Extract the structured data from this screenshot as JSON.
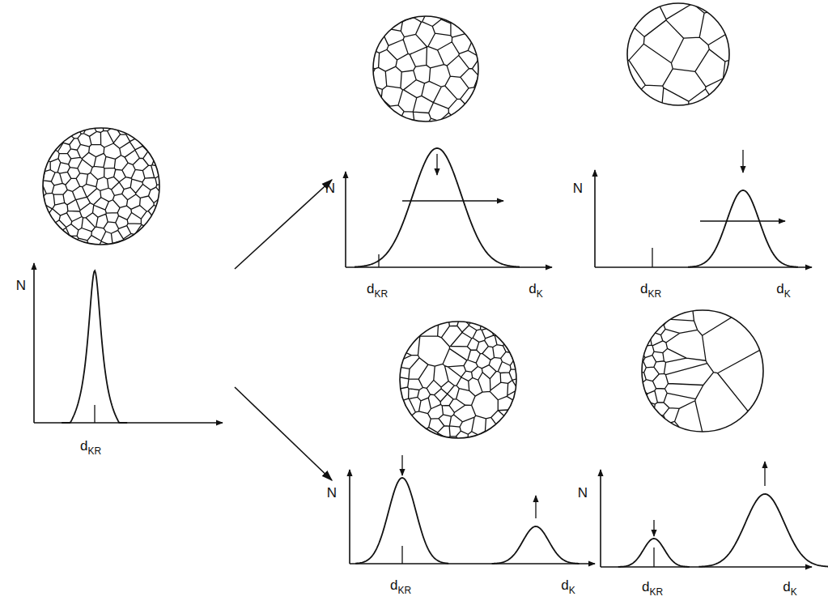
{
  "diagram": {
    "labels": [
      "N",
      "dKR",
      "N",
      "dKR",
      "dK",
      "N",
      "dKR",
      "dK",
      "N",
      "dKR",
      "dK",
      "N",
      "dKR",
      "dK"
    ]
  }
}
